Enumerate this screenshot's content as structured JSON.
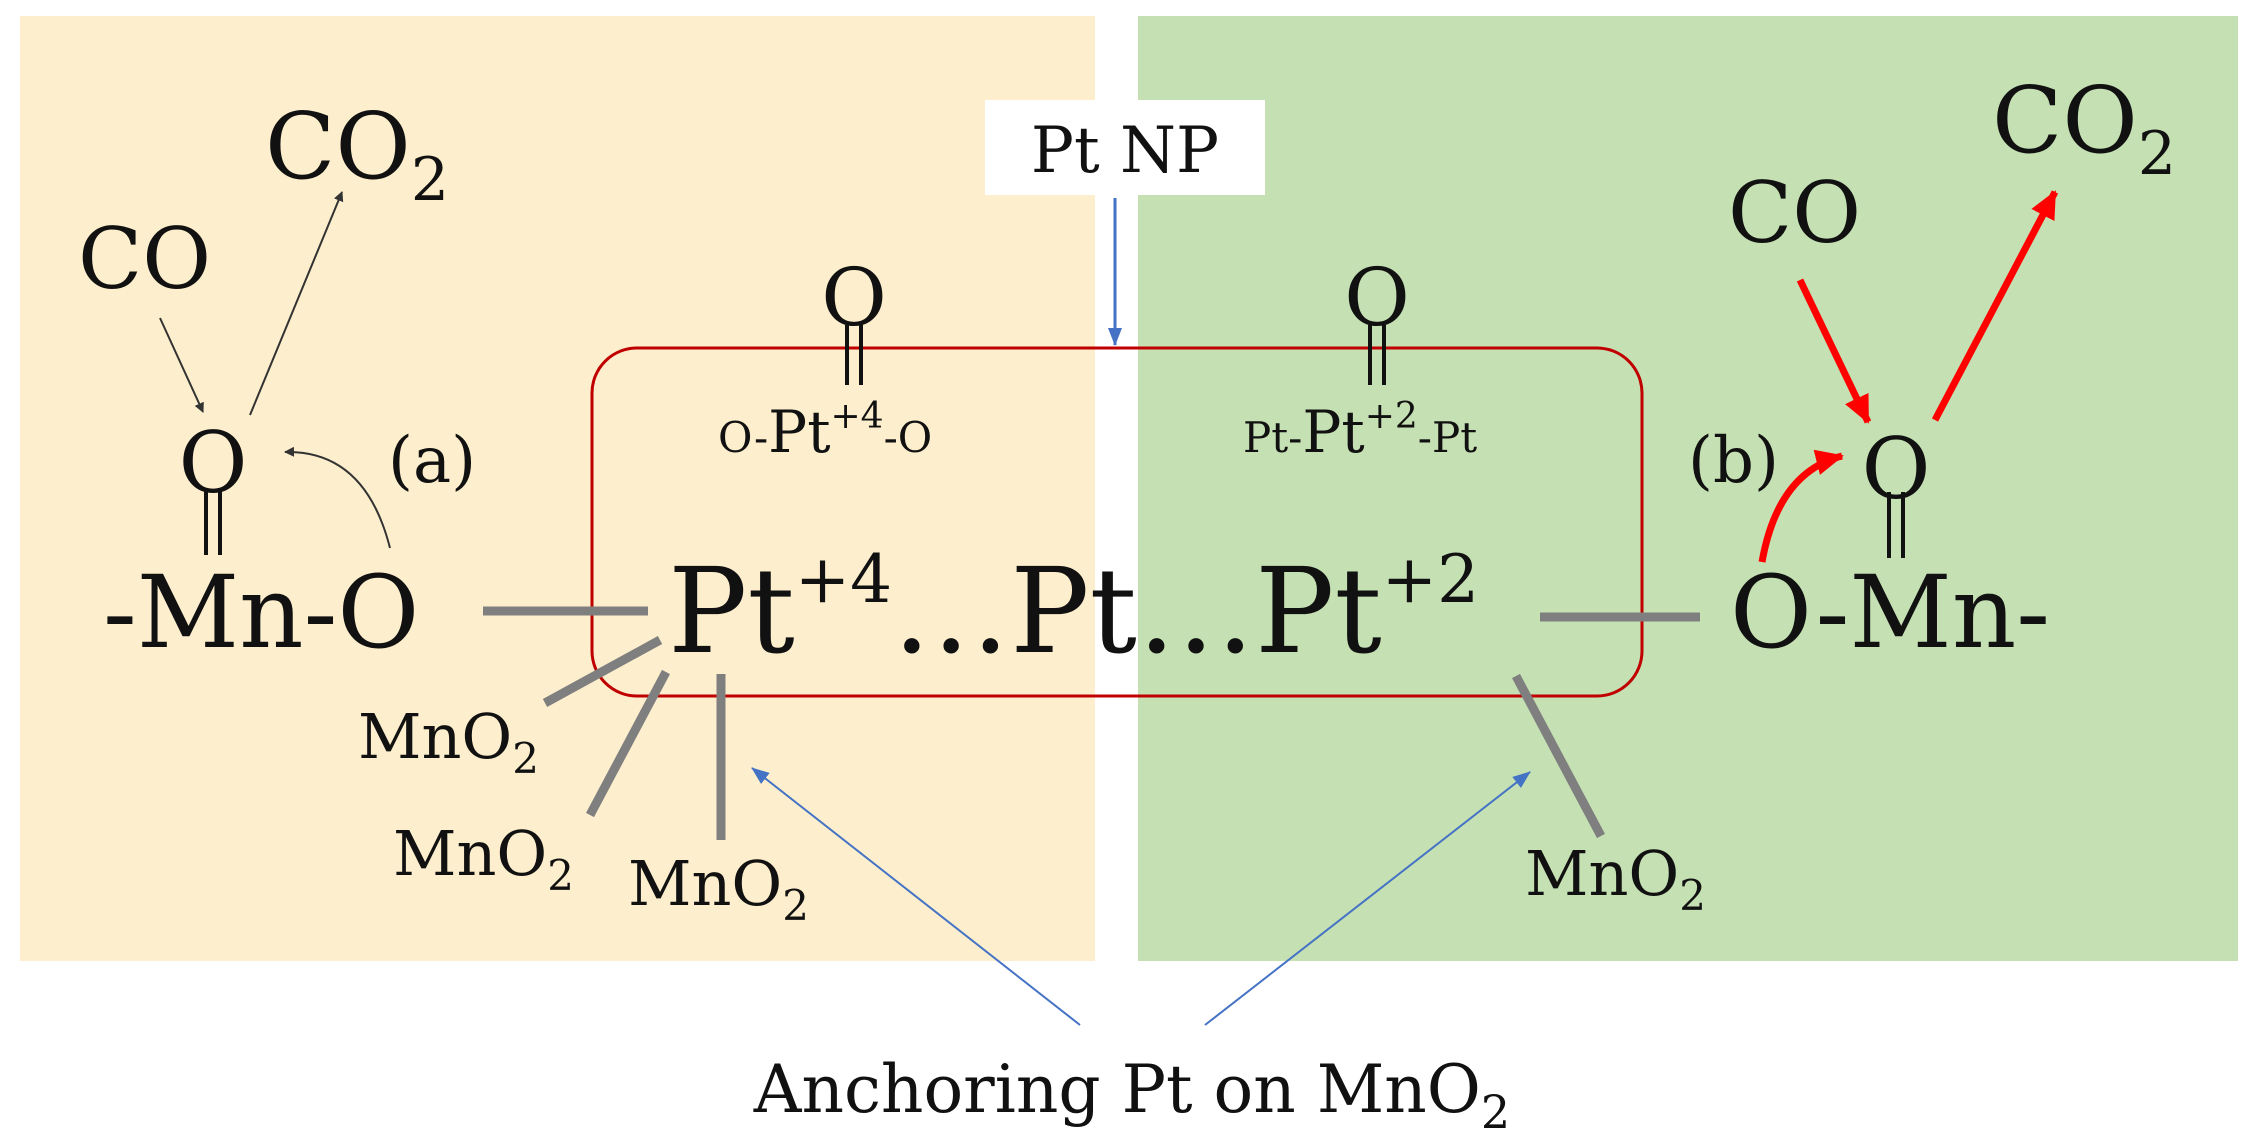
{
  "colors": {
    "left_panel": "#fdefcd",
    "right_panel": "#c5e0b3",
    "np_box": "#c00000",
    "bond": "#7f7f7f",
    "blue_arrow": "#4472c4",
    "red_arrow": "#ff0000",
    "ink": "#111111"
  },
  "labels": {
    "pt_np": "Pt NP",
    "anchoring_prefix": "Anchoring Pt on MnO",
    "anchoring_sub": "2"
  },
  "left": {
    "co2_main": "CO",
    "co2_sub": "2",
    "co": "CO",
    "label": "(a)",
    "oxo": "O",
    "chain": "-Mn-O",
    "mno2_1": "MnO",
    "mno2_2": "MnO",
    "mno2_3": "MnO",
    "sub": "2"
  },
  "right": {
    "co2_main": "CO",
    "co2_sub": "2",
    "co": "CO",
    "label": "(b)",
    "oxo": "O",
    "chain": "O-Mn-",
    "mno2": "MnO",
    "sub": "2"
  },
  "center": {
    "pt4_oxo": "O",
    "pt2_oxo": "O",
    "pt4_env_left": "O-",
    "pt4_env_pt": "Pt",
    "pt4_env_sup": "+4",
    "pt4_env_right": "-O",
    "pt2_env_left": "Pt-",
    "pt2_env_pt": "Pt",
    "pt2_env_sup": "+2",
    "pt2_env_right": "-Pt",
    "chain_pt1": "Pt",
    "chain_sup1": "+4",
    "chain_mid": "…Pt…Pt",
    "chain_sup2": "+2"
  }
}
